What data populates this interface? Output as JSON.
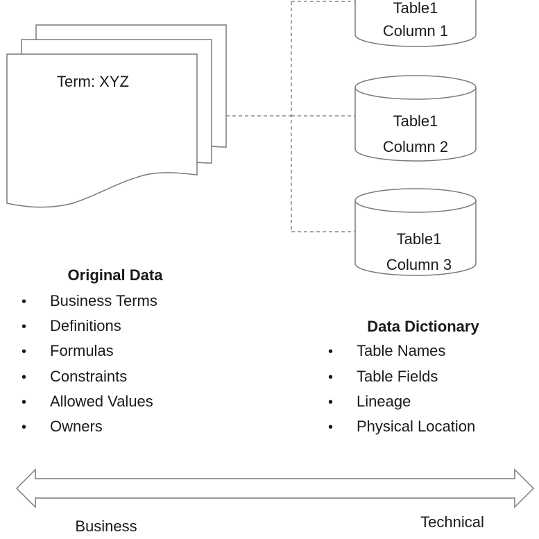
{
  "document": {
    "term_label": "Term: XYZ",
    "columns": [
      {
        "line1": "Table1",
        "line2": "Column 1"
      },
      {
        "line1": "Table1",
        "line2": "Column 2"
      },
      {
        "line1": "Table1",
        "line2": "Column 3"
      }
    ]
  },
  "original_data": {
    "heading": "Original Data",
    "items": [
      "Business Terms",
      "Definitions",
      "Formulas",
      "Constraints",
      "Allowed Values",
      "Owners"
    ]
  },
  "data_dictionary": {
    "heading": "Data Dictionary",
    "items": [
      "Table Names",
      "Table Fields",
      "Lineage",
      "Physical Location"
    ]
  },
  "axis": {
    "left_label": "Business",
    "right_label": "Technical"
  },
  "colors": {
    "stroke": "#7a7a7a",
    "dashed": "#8a8a8a",
    "text": "#1a1a1a"
  }
}
